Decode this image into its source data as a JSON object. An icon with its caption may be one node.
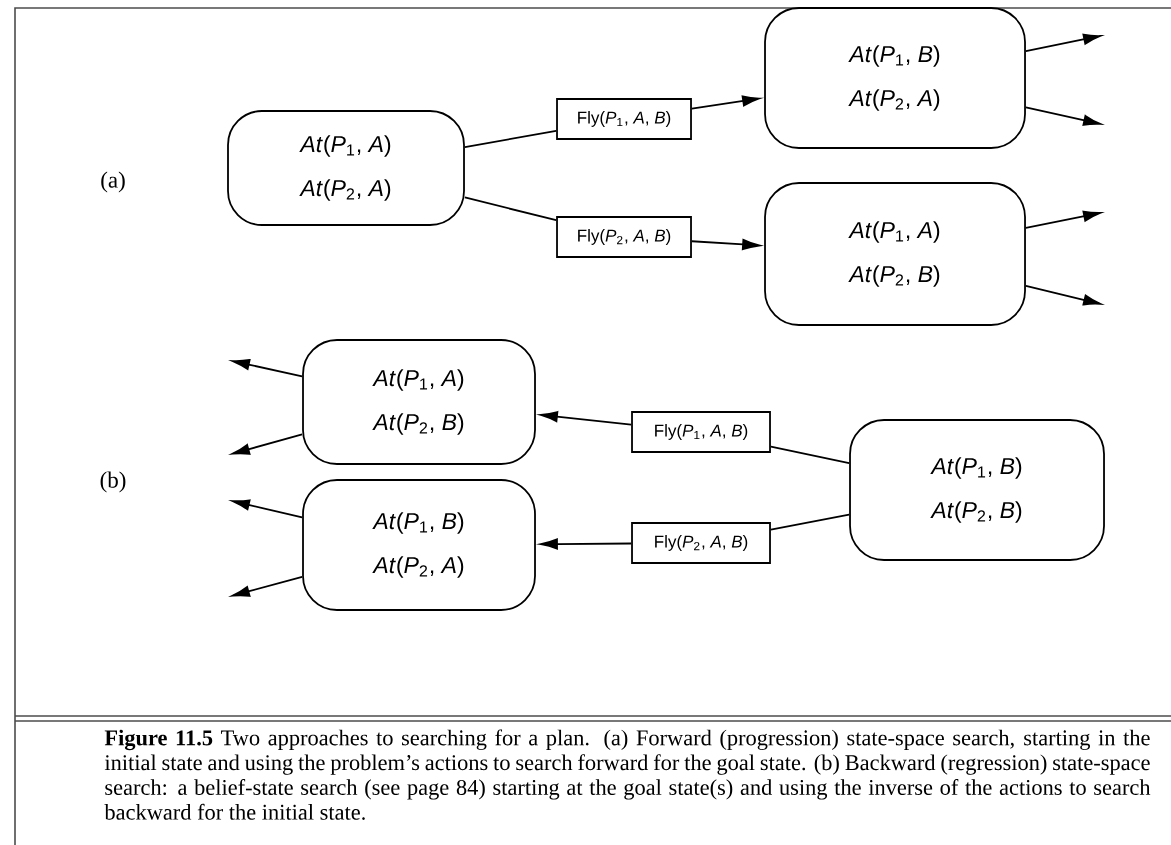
{
  "diagram": {
    "caption": "**Figure 11.5** Two approaches to searching for a plan. (a) Forward (progression) state-space search, starting in the initial state and using the problem’s actions to search forward for the goal state. (b) Backward (regression) state-space search: a belief-state search (see page 84) starting at the goal state(s) and using the inverse of the actions to search backward for the initial state.",
    "nodes": [
      {
        "text": [
          "*At*(*P*$_{1}$, *A*)",
          "*At*(*P*$_{2}$, *A*)"
        ]
      },
      {
        "text": [
          "Fly(*P*$_{1}$, *A*, *B*)"
        ]
      },
      {
        "text": [
          "Fly(*P*$_{2}$, *A*, *B*)"
        ]
      },
      {
        "text": [
          "*At*(*P*$_{1}$, *B*)",
          "*At*(*P*$_{2}$, *A*)"
        ]
      },
      {
        "text": [
          "*At*(*P*$_{1}$, *A*)",
          "*At*(*P*$_{2}$, *B*)"
        ]
      },
      {
        "text": [
          "*At*(*P*$_{1}$, *A*)",
          "*At*(*P*$_{2}$, *B*)"
        ]
      },
      {
        "text": [
          "Fly(*P*$_{1}$, *A*, *B*)"
        ]
      },
      {
        "text": [
          "*At*(*P*$_{1}$, *B*)",
          "*At*(*P*$_{2}$, *B*)"
        ]
      },
      {
        "text": [
          "Fly(*P*$_{2}$, *A*, *B*)"
        ]
      },
      {
        "text": [
          "*At*(*P*$_{1}$, *B*)",
          "*At*(*P*$_{2}$, *A*)"
        ]
      }
    ],
    "edges": [
      {
        "from": 0,
        "to": 1,
        "arrow": "none"
      },
      {
        "from": 1,
        "to": 3,
        "arrow": "to"
      },
      {
        "from": 0,
        "to": 2,
        "arrow": "none"
      },
      {
        "from": 2,
        "to": 4,
        "arrow": "to"
      },
      {
        "from": 3,
        "to": null,
        "arrow": "to"
      },
      {
        "from": 3,
        "to": null,
        "arrow": "to"
      },
      {
        "from": 4,
        "to": null,
        "arrow": "to"
      },
      {
        "from": 4,
        "to": null,
        "arrow": "to"
      },
      {
        "from": 7,
        "to": 6,
        "arrow": "none"
      },
      {
        "from": 6,
        "to": 5,
        "arrow": "to"
      },
      {
        "from": 7,
        "to": 8,
        "arrow": "none"
      },
      {
        "from": 8,
        "to": 9,
        "arrow": "to"
      },
      {
        "from": 5,
        "to": null,
        "arrow": "to"
      },
      {
        "from": 5,
        "to": null,
        "arrow": "to"
      },
      {
        "from": 9,
        "to": null,
        "arrow": "to"
      },
      {
        "from": 9,
        "to": null,
        "arrow": "to"
      }
    ],
    "labels": [
      "(a)",
      "(b)"
    ]
  }
}
